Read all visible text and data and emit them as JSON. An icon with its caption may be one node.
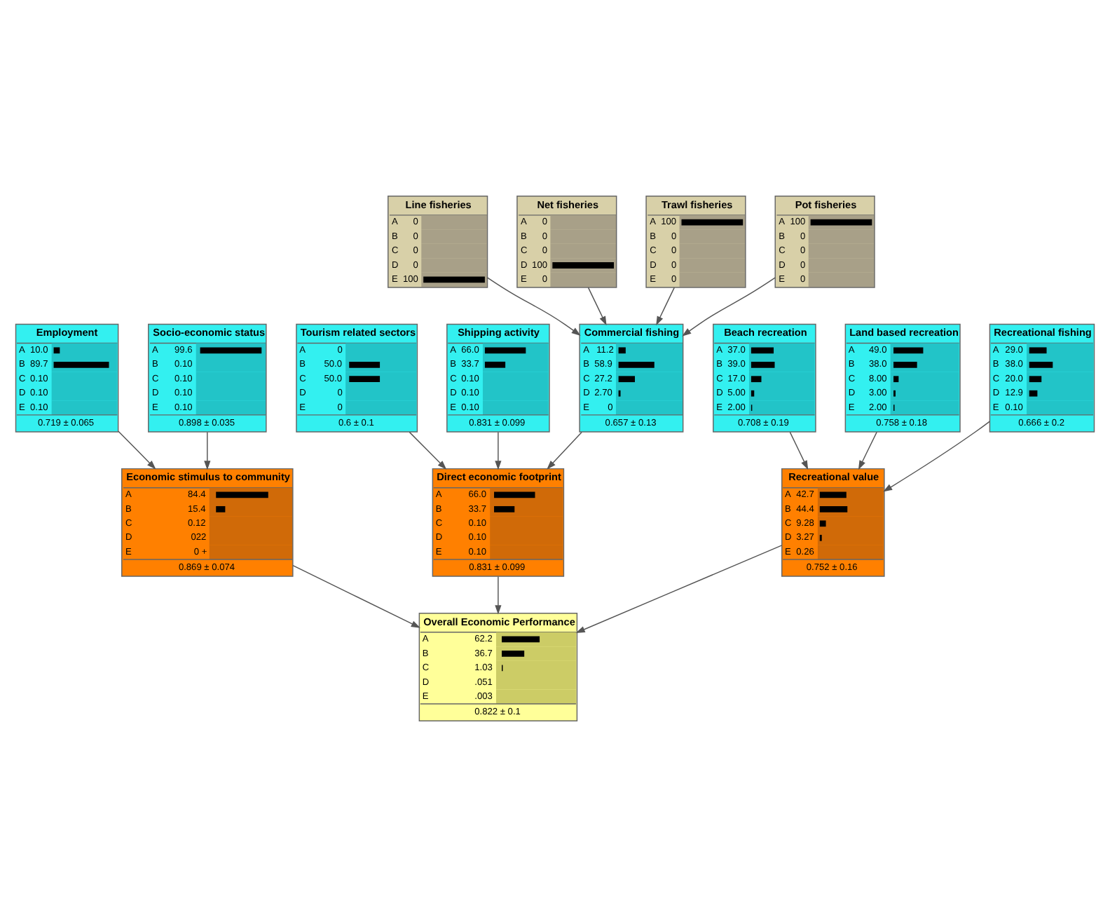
{
  "diagram": {
    "nodes": [
      {
        "text": [
          "Tourism related sectors",
          "A",
          "0",
          "B",
          "50.0",
          "C",
          "50.0",
          "D",
          "0",
          "E",
          "0",
          "0.6 ± 0.1"
        ]
      },
      {
        "text": [
          "Shipping activity",
          "A",
          "66.0",
          "B",
          "33.7",
          "C",
          "0.10",
          "D",
          "0.10",
          "E",
          "0.10",
          "0.831 ± 0.099"
        ]
      },
      {
        "text": [
          "Direct economic footprint",
          "A",
          "66.0",
          "B",
          "33.7",
          "C",
          "0.10",
          "D",
          "0.10",
          "E",
          "0.10",
          "0.831 ± 0.099"
        ]
      },
      {
        "text": [
          "Employment",
          "A",
          "10.0",
          "B",
          "89.7",
          "C",
          "0.10",
          "D",
          "0.10",
          "E",
          "0.10",
          "0.719 ± 0.065"
        ]
      },
      {
        "text": [
          "Socio-economic status",
          "A",
          "99.6",
          "B",
          "0.10",
          "C",
          "0.10",
          "D",
          "0.10",
          "E",
          "0.10",
          "0.898 ± 0.035"
        ]
      },
      {
        "text": [
          "Line fisheries",
          "A",
          "0",
          "B",
          "0",
          "C",
          "0",
          "D",
          "0",
          "E",
          "100"
        ]
      },
      {
        "text": [
          "Commercial fishing",
          "A",
          "11.2",
          "B",
          "58.9",
          "C",
          "27.2",
          "D",
          "2.70",
          "E",
          "0",
          "0.657 ± 0.13"
        ]
      },
      {
        "text": [
          "Overall Economic Performance",
          "A",
          "62.2",
          "B",
          "36.7",
          "C",
          "1.03",
          "D",
          ".051",
          "E",
          ".003",
          "0.822 ± 0.1"
        ]
      },
      {
        "text": [
          "Economic stimulus to community",
          "A",
          "84.4",
          "B",
          "15.4",
          "C",
          "0.12",
          "D",
          "022",
          "E",
          "0 +",
          "0.869 ± 0.074"
        ]
      },
      {
        "text": [
          "Net fisheries",
          "A",
          "0",
          "B",
          "0",
          "C",
          "0",
          "D",
          "100",
          "E",
          "0"
        ]
      },
      {
        "text": [
          "Trawl fisheries",
          "A",
          "100",
          "B",
          "0",
          "C",
          "0",
          "D",
          "0",
          "E",
          "0"
        ]
      },
      {
        "text": [
          "Pot fisheries",
          "A",
          "100",
          "B",
          "0",
          "C",
          "0",
          "D",
          "0",
          "E",
          "0"
        ]
      },
      {
        "text": [
          "Beach recreation",
          "A",
          "37.0",
          "B",
          "39.0",
          "C",
          "17.0",
          "D",
          "5.00",
          "E",
          "2.00",
          "0.708 ± 0.19"
        ]
      },
      {
        "text": [
          "Recreational value",
          "A",
          "42.7",
          "B",
          "44.4",
          "C",
          "9.28",
          "D",
          "3.27",
          "E",
          "0.26",
          "0.752 ± 0.16"
        ]
      },
      {
        "text": [
          "Land based recreation",
          "A",
          "49.0",
          "B",
          "38.0",
          "C",
          "8.00",
          "D",
          "3.00",
          "E",
          "2.00",
          "0.758 ± 0.18"
        ]
      },
      {
        "text": [
          "Recreational fishing",
          "A",
          "29.0",
          "B",
          "38.0",
          "C",
          "20.0",
          "D",
          "12.9",
          "E",
          "0.10",
          "0.666 ± 0.2"
        ]
      }
    ],
    "edges": [
      {
        "from": 0,
        "to": 2,
        "arrow": "to"
      },
      {
        "from": 1,
        "to": 2,
        "arrow": "to"
      },
      {
        "from": 6,
        "to": 2,
        "arrow": "to"
      },
      {
        "from": 2,
        "to": 7,
        "arrow": "to"
      },
      {
        "from": 3,
        "to": 8,
        "arrow": "to"
      },
      {
        "from": 4,
        "to": 8,
        "arrow": "to"
      },
      {
        "from": 8,
        "to": 7,
        "arrow": "to"
      },
      {
        "from": 5,
        "to": 6,
        "arrow": "to"
      },
      {
        "from": 9,
        "to": 6,
        "arrow": "to"
      },
      {
        "from": 10,
        "to": 6,
        "arrow": "to"
      },
      {
        "from": 11,
        "to": 6,
        "arrow": "to"
      },
      {
        "from": 12,
        "to": 13,
        "arrow": "to"
      },
      {
        "from": 14,
        "to": 13,
        "arrow": "to"
      },
      {
        "from": 15,
        "to": 13,
        "arrow": "to"
      },
      {
        "from": 13,
        "to": 7,
        "arrow": "to"
      }
    ]
  }
}
